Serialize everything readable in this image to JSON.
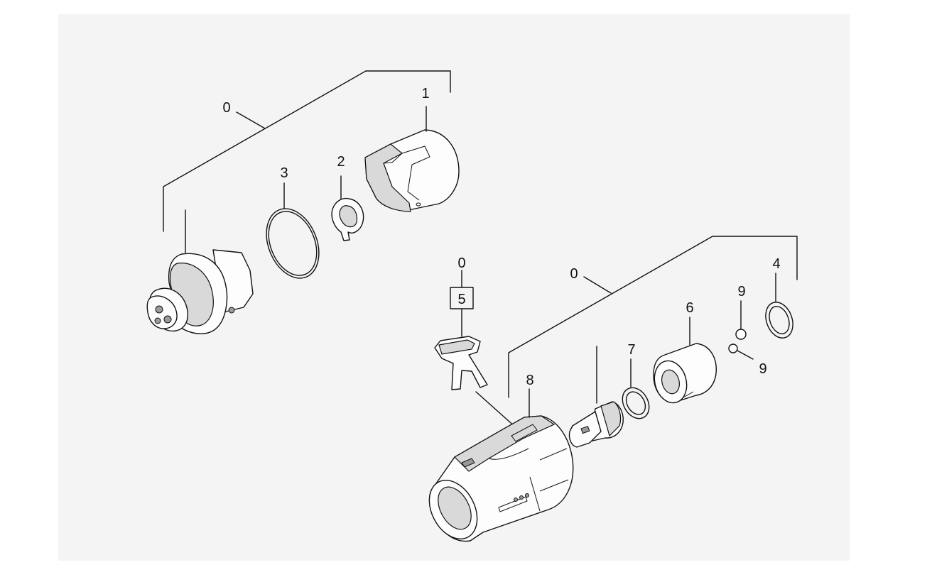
{
  "callouts": {
    "top_assembly": "0",
    "part_1": "1",
    "part_2": "2",
    "part_3": "3",
    "clip_assembly": "0",
    "part_5": "5",
    "bottom_assembly": "0",
    "part_4": "4",
    "part_6": "6",
    "part_7": "7",
    "part_8": "8",
    "part_9_upper": "9",
    "part_9_lower": "9"
  }
}
